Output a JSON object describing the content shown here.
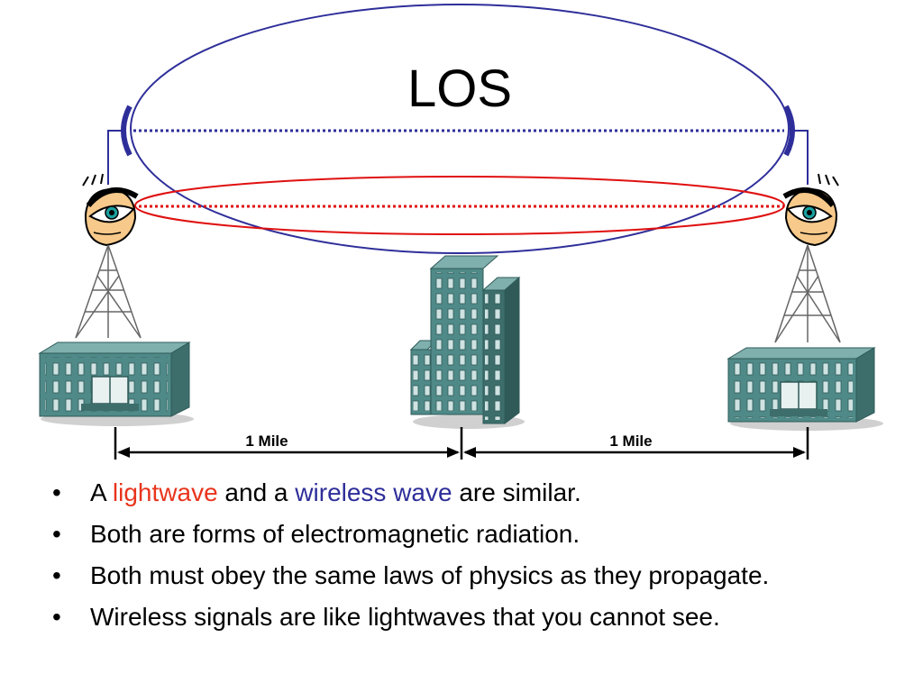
{
  "diagram": {
    "title": "LOS",
    "distance_left": "1 Mile",
    "distance_right": "1 Mile",
    "colors": {
      "los_ellipse": "#2e2e9a",
      "fresnel_ellipse": "#e01010",
      "building": "#4f8a88",
      "building_dark": "#3d6e6c",
      "window": "#c8dedd",
      "skin": "#f7c98a"
    }
  },
  "bullets": {
    "item1": {
      "prefix": "A ",
      "highlight1": "lightwave",
      "middle": " and a ",
      "highlight2": "wireless wave",
      "suffix": " are similar."
    },
    "item2": "Both are forms of electromagnetic radiation.",
    "item3": "Both must obey the same laws of physics as they propagate.",
    "item4": "Wireless signals are like lightwaves that you cannot see.",
    "bullet_char": "•"
  }
}
